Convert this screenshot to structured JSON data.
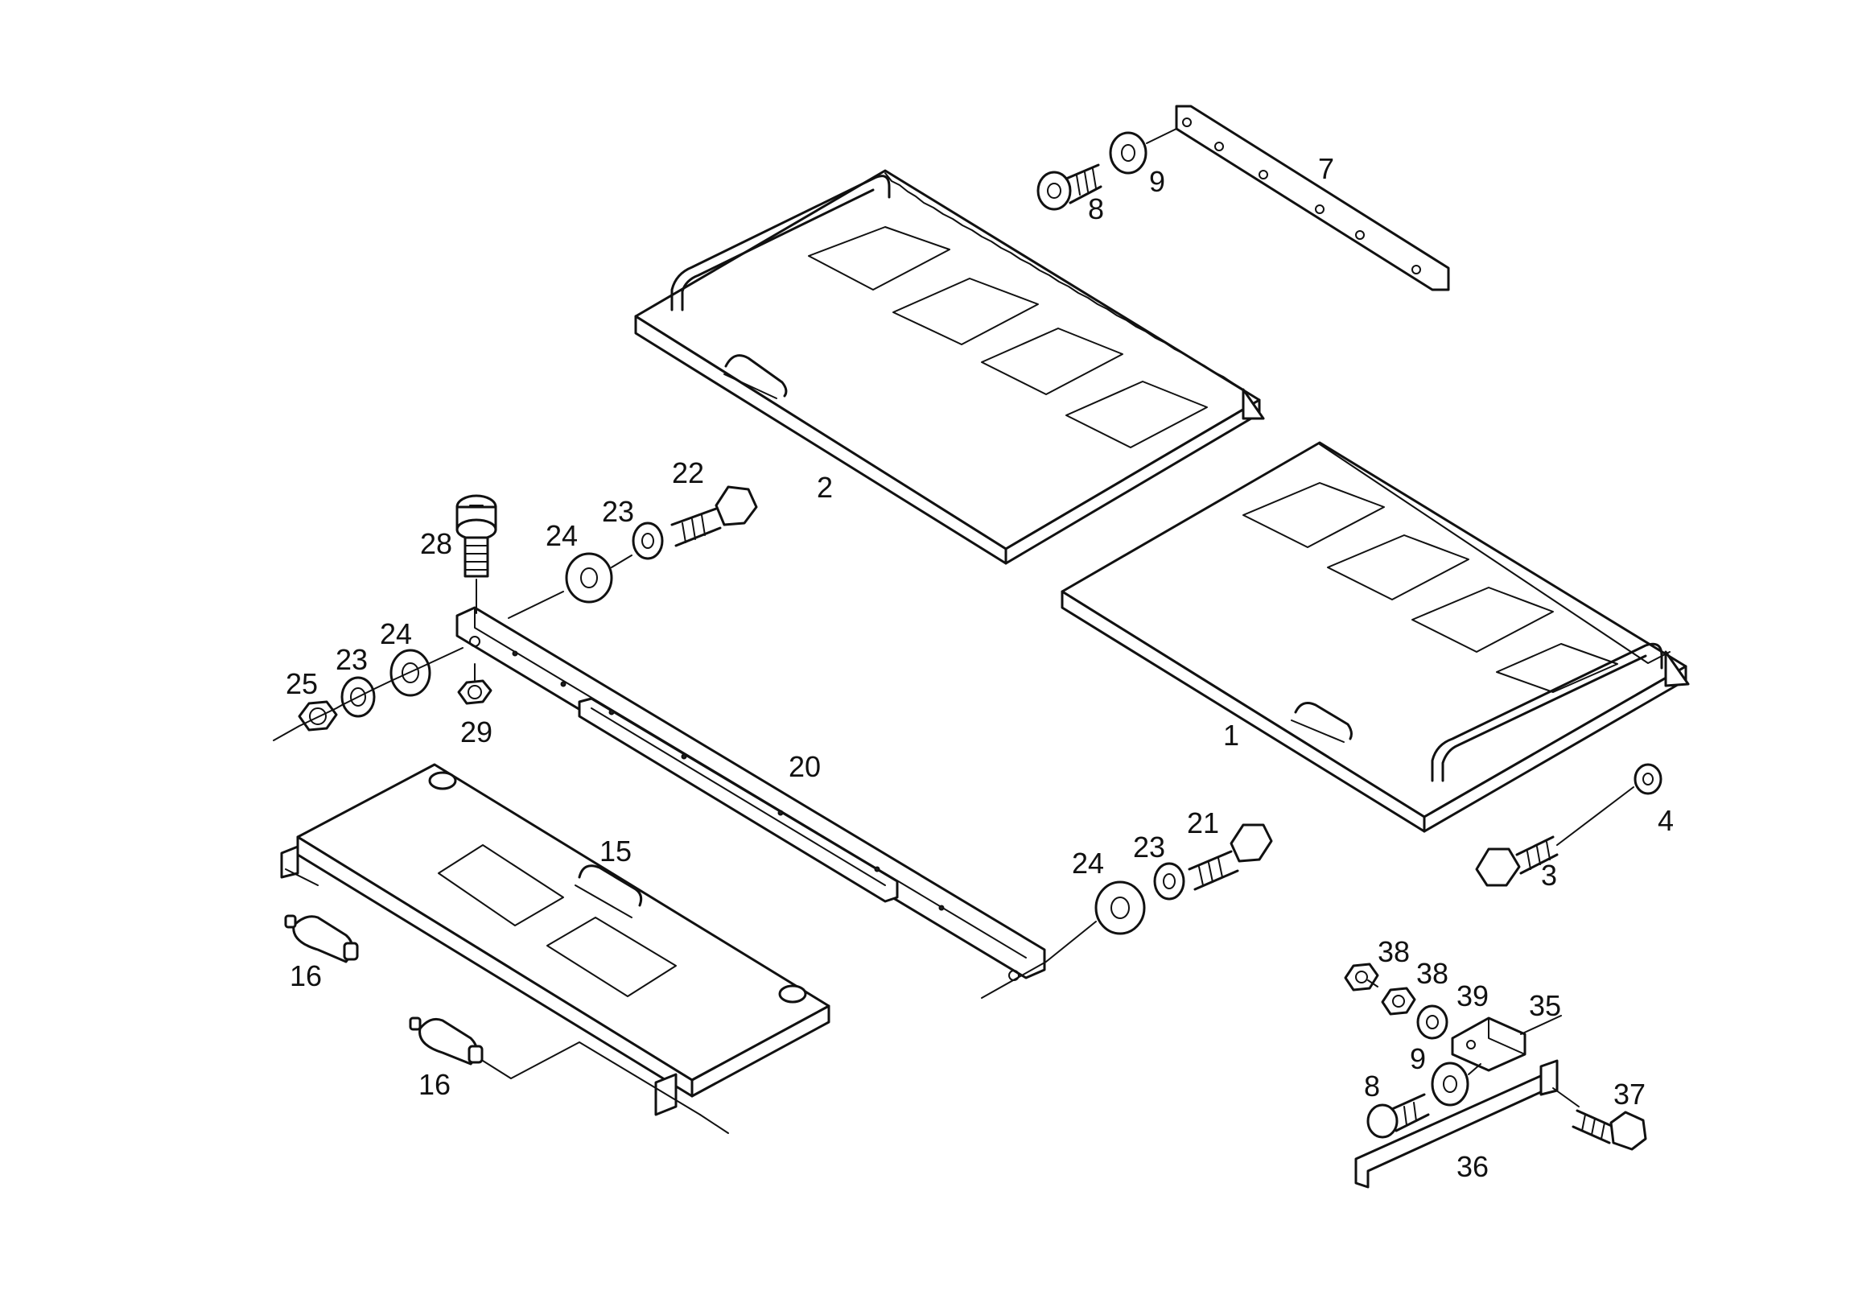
{
  "diagram": {
    "callouts": [
      "1",
      "2",
      "3",
      "4",
      "7",
      "8",
      "9",
      "15",
      "16",
      "16",
      "20",
      "21",
      "22",
      "23",
      "23",
      "23",
      "24",
      "24",
      "24",
      "25",
      "28",
      "29",
      "35",
      "36",
      "37",
      "38",
      "38",
      "39",
      "8",
      "9"
    ]
  },
  "colors": {
    "line": "#111111",
    "background": "#ffffff"
  },
  "parts": {
    "panel_1": "1",
    "panel_2": "2",
    "bolt_3": "3",
    "washer_4": "4",
    "strip_7": "7",
    "screw_8": "8",
    "washer_9": "9",
    "handle_15": "15",
    "damper_16_a": "16",
    "damper_16_b": "16",
    "rail_20": "20",
    "bolt_21": "21",
    "bolt_22": "22",
    "washer_23_a": "23",
    "washer_23_b": "23",
    "washer_23_c": "23",
    "washer_24_a": "24",
    "washer_24_b": "24",
    "washer_24_c": "24",
    "nut_25": "25",
    "screw_28": "28",
    "nut_29": "29",
    "bracket_35": "35",
    "strip_36": "36",
    "bolt_37": "37",
    "nut_38_a": "38",
    "nut_38_b": "38",
    "washer_39": "39",
    "screw_8_b": "8",
    "washer_9_b": "9"
  }
}
